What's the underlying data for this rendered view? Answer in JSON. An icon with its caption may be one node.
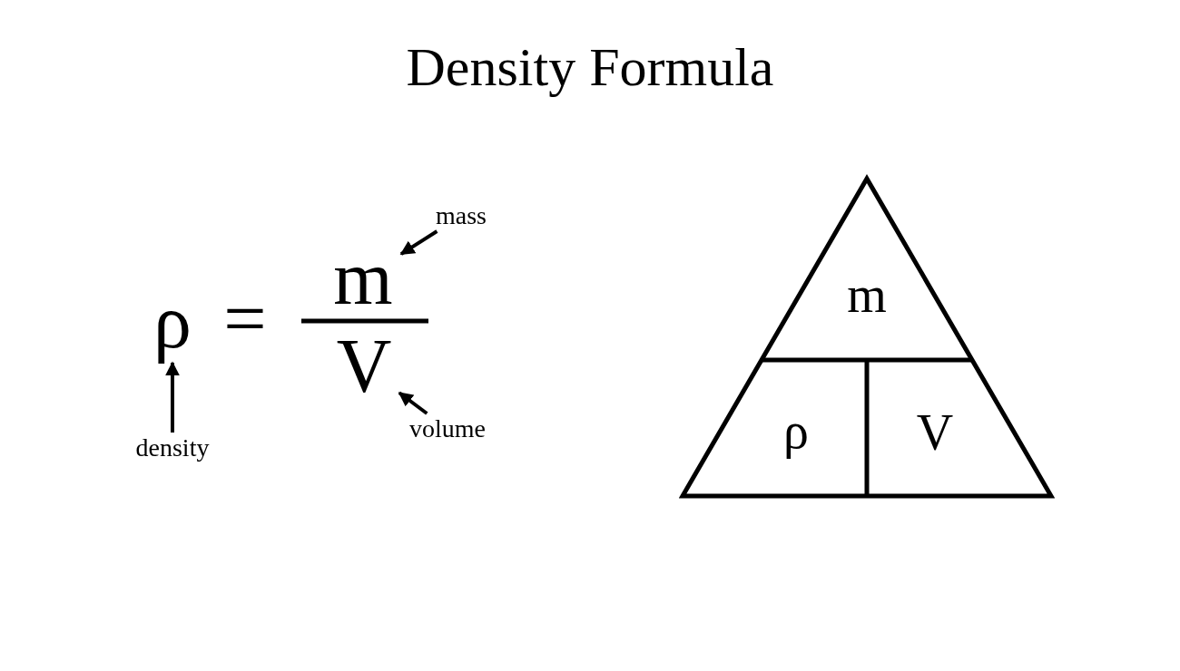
{
  "diagram": {
    "title": "Density Formula",
    "nodes": [
      {
        "text": [
          "ρ"
        ]
      },
      {
        "text": [
          "m"
        ]
      },
      {
        "text": [
          "V"
        ]
      },
      {
        "text": [
          "density"
        ]
      },
      {
        "text": [
          "mass"
        ]
      },
      {
        "text": [
          "volume"
        ]
      },
      {
        "text": [],
        "shape": "triangle"
      },
      {
        "text": [
          "m"
        ],
        "in": 6
      },
      {
        "text": [
          "ρ"
        ],
        "in": 6
      },
      {
        "text": [
          "V"
        ],
        "in": 6
      }
    ],
    "edges": [
      {
        "from": 3,
        "to": 0,
        "arrow": "to"
      },
      {
        "from": 4,
        "to": 1,
        "arrow": "to"
      },
      {
        "from": 5,
        "to": 2,
        "arrow": "to"
      }
    ],
    "labels": [
      "="
    ]
  }
}
